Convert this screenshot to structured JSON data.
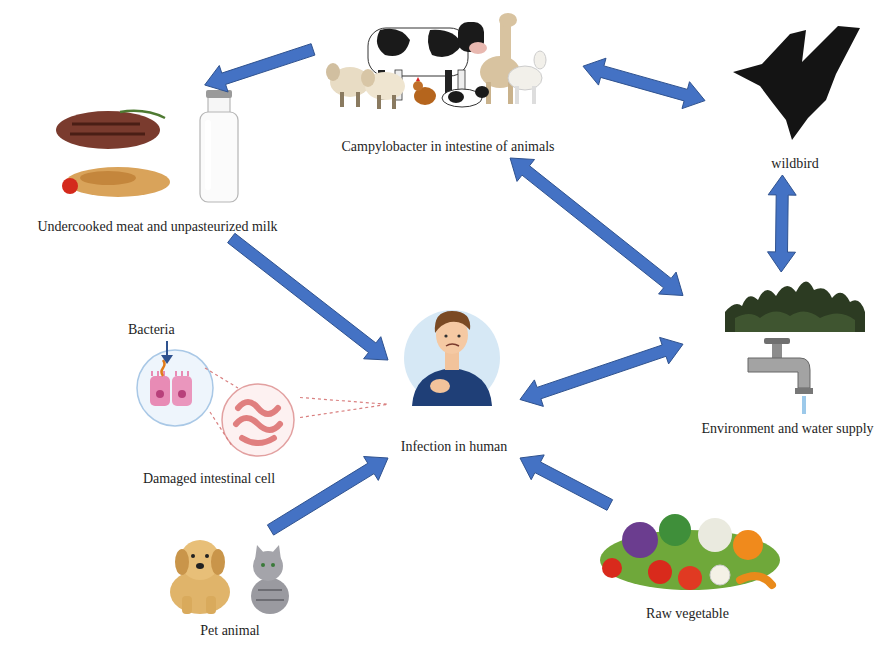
{
  "diagram": {
    "nodes": [
      {
        "text": [
          "Campylobacter in intestine of animals"
        ]
      },
      {
        "text": [
          "wildbird"
        ]
      },
      {
        "text": [
          "Undercooked meat and unpasteurized milk"
        ]
      },
      {
        "text": [
          "Environment and water supply"
        ]
      },
      {
        "text": [
          "Infection in human"
        ]
      },
      {
        "text": [
          "Damaged intestinal cell"
        ]
      },
      {
        "text": [
          "Pet animal"
        ]
      },
      {
        "text": [
          "Raw vegetable"
        ]
      }
    ],
    "edges": [
      {
        "from": 0,
        "to": 2,
        "arrow": "to"
      },
      {
        "from": 0,
        "to": 1,
        "arrow": "both"
      },
      {
        "from": 1,
        "to": 3,
        "arrow": "both"
      },
      {
        "from": 0,
        "to": 3,
        "arrow": "both"
      },
      {
        "from": 2,
        "to": 4,
        "arrow": "to"
      },
      {
        "from": 3,
        "to": 4,
        "arrow": "both"
      },
      {
        "from": 6,
        "to": 4,
        "arrow": "to"
      },
      {
        "from": 7,
        "to": 4,
        "arrow": "to"
      },
      {
        "from": 5,
        "to": 4,
        "arrow": "none"
      }
    ],
    "labels": [
      "Bacteria"
    ]
  }
}
